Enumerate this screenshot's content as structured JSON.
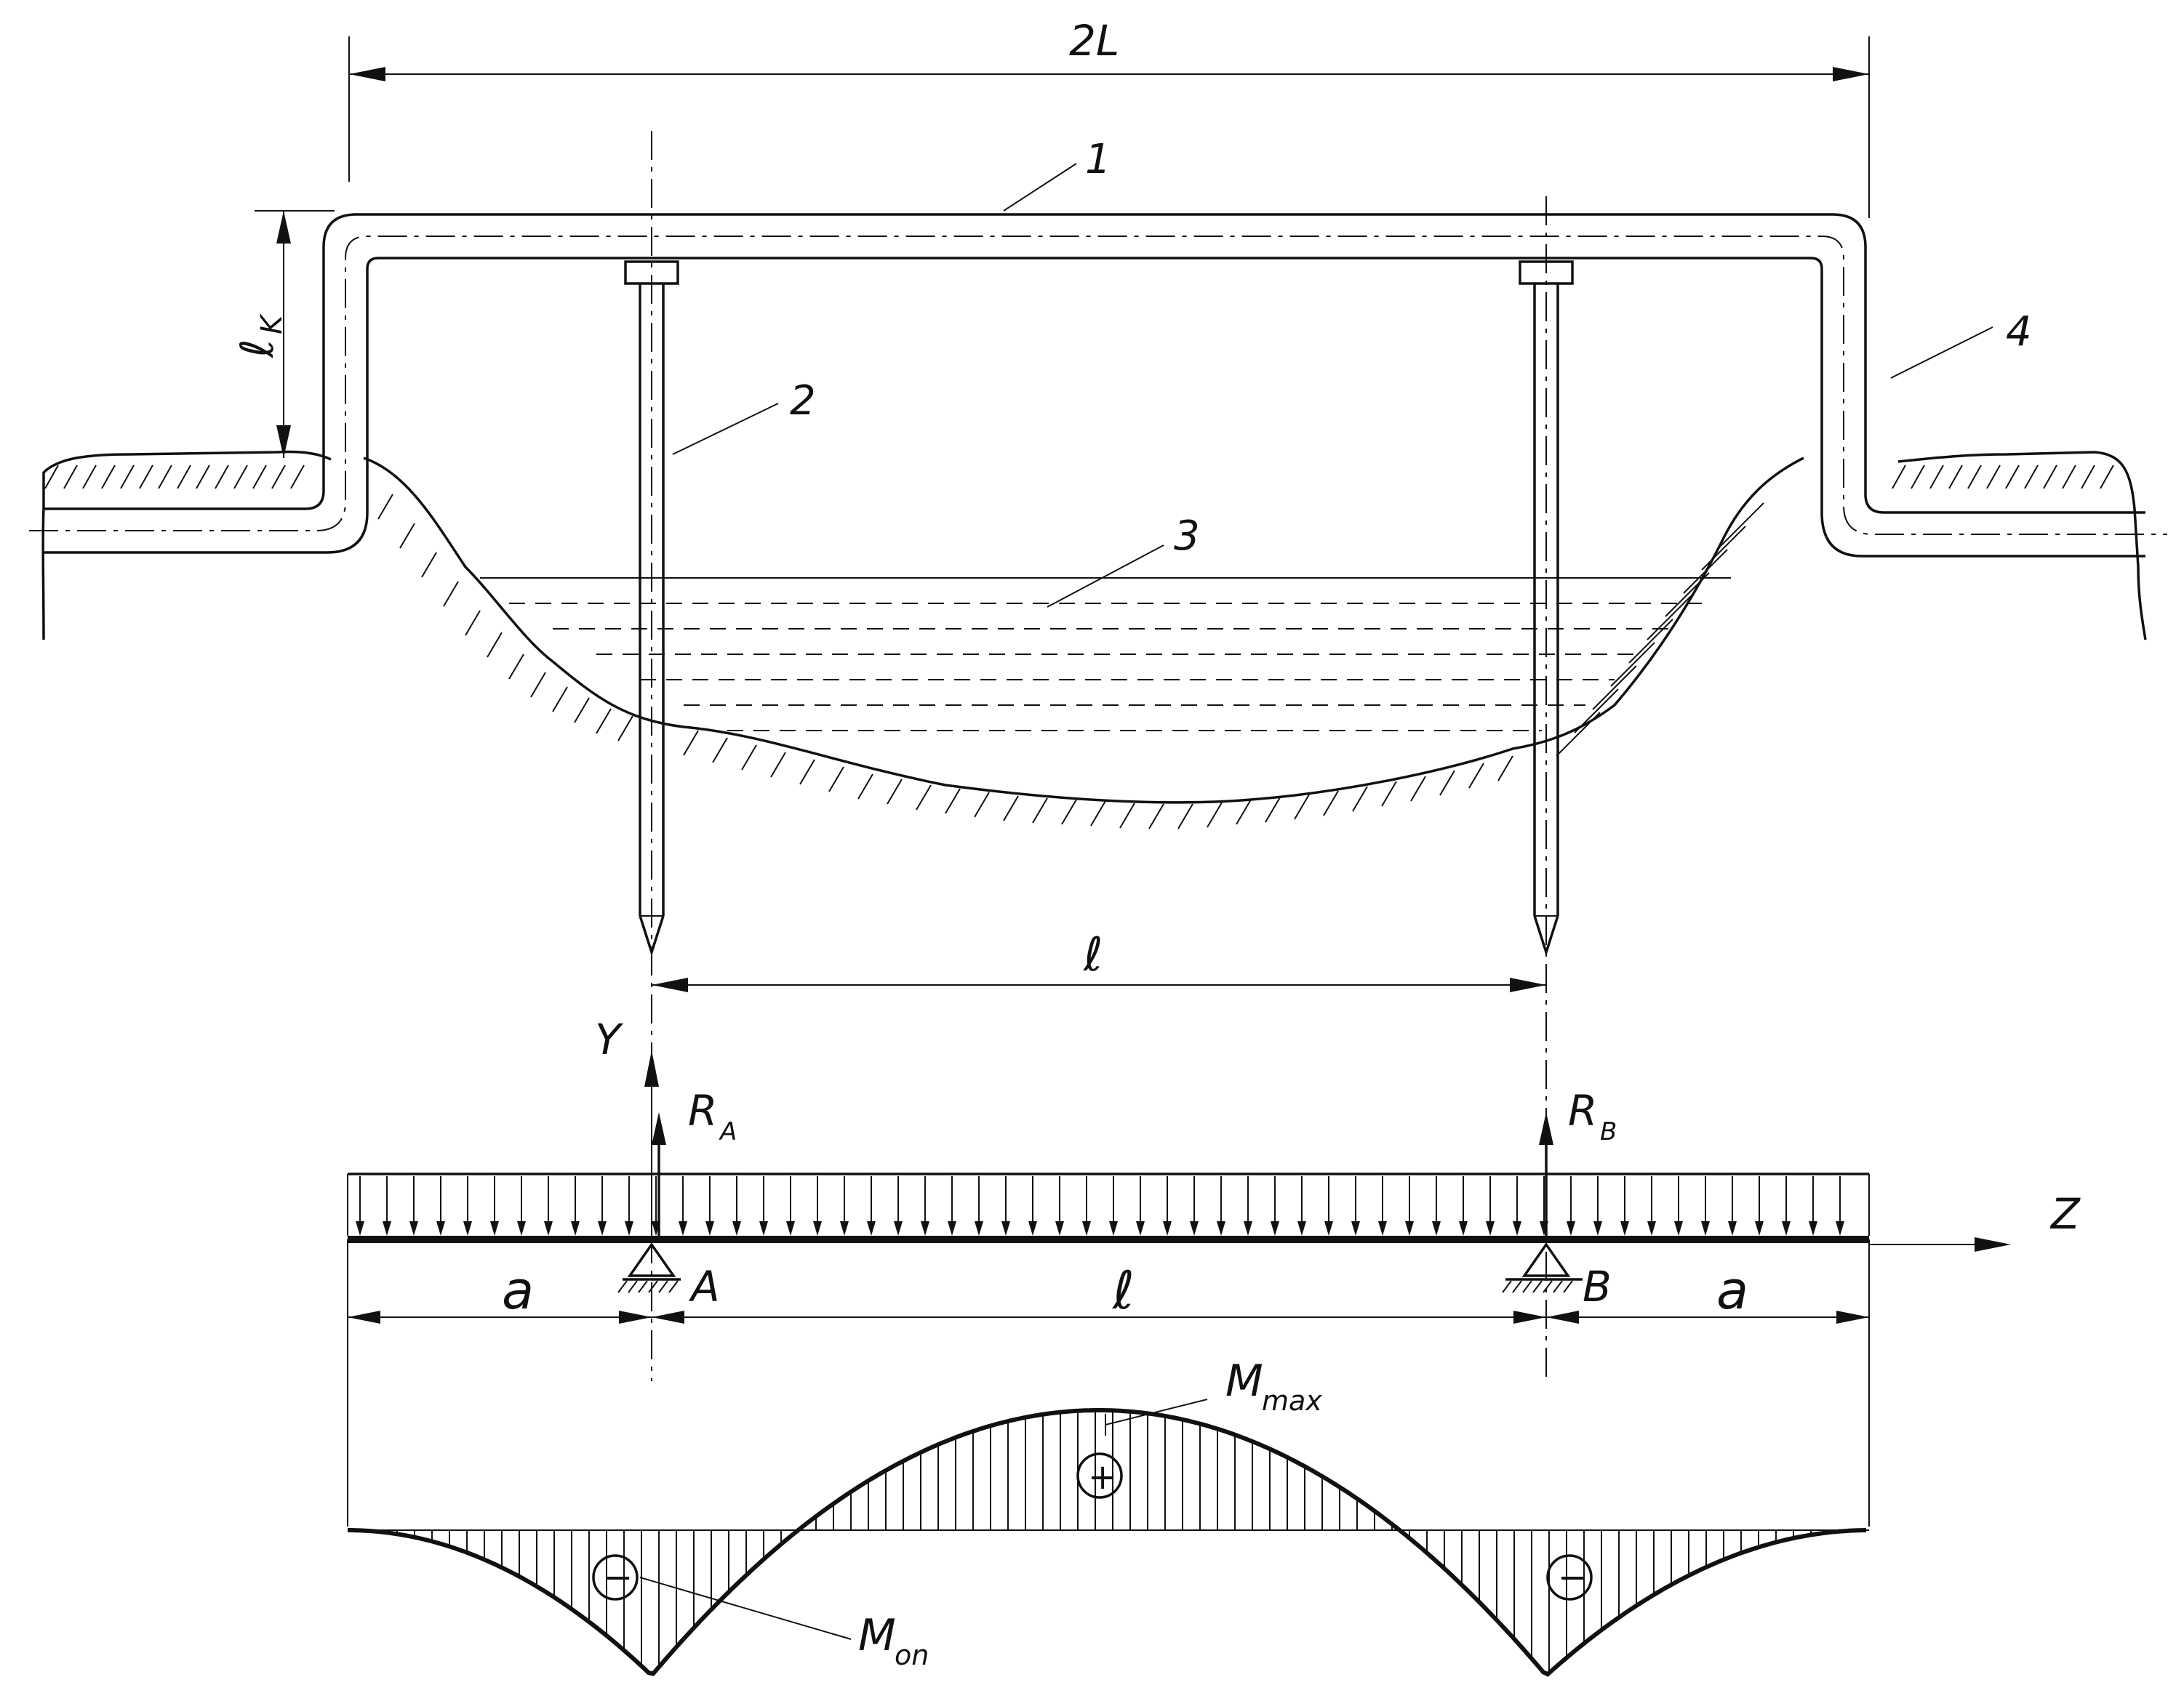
{
  "labels": {
    "span_total": "2L",
    "part1": "1",
    "part2": "2",
    "part3": "3",
    "part4": "4",
    "lk_main": "ℓ",
    "lk_sub": "K",
    "span_top": "ℓ",
    "axis_y": "Y",
    "axis_z": "Z",
    "ra_main": "R",
    "ra_sub": "A",
    "rb_main": "R",
    "rb_sub": "B",
    "support_a": "A",
    "support_b": "B",
    "overhang_left": "a",
    "span_mid": "ℓ",
    "overhang_right": "a",
    "mmax_main": "M",
    "mmax_sub": "max",
    "mop_main": "M",
    "mop_sub": "on",
    "sign_plus": "+",
    "sign_minus_left": "−",
    "sign_minus_right": "−"
  },
  "colors": {
    "ink": "#111111",
    "paper": "#ffffff"
  }
}
